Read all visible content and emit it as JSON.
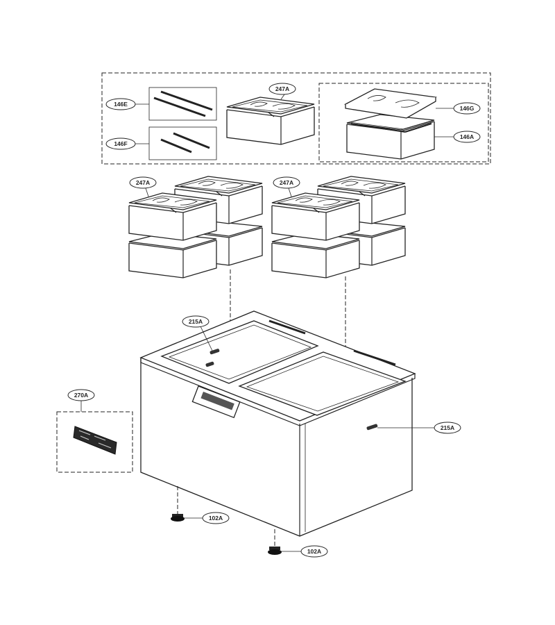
{
  "callouts": {
    "strip_146e": "146E",
    "strip_146f": "146F",
    "pan_247a_kit": "247A",
    "lid_146g": "146G",
    "pan_146a": "146A",
    "pan_247a_left": "247A",
    "pan_247a_right": "247A",
    "sensor_215a_top": "215A",
    "sensor_215a_side": "215A",
    "panel_270a": "270A",
    "foot_102a_left": "102A",
    "foot_102a_right": "102A"
  }
}
